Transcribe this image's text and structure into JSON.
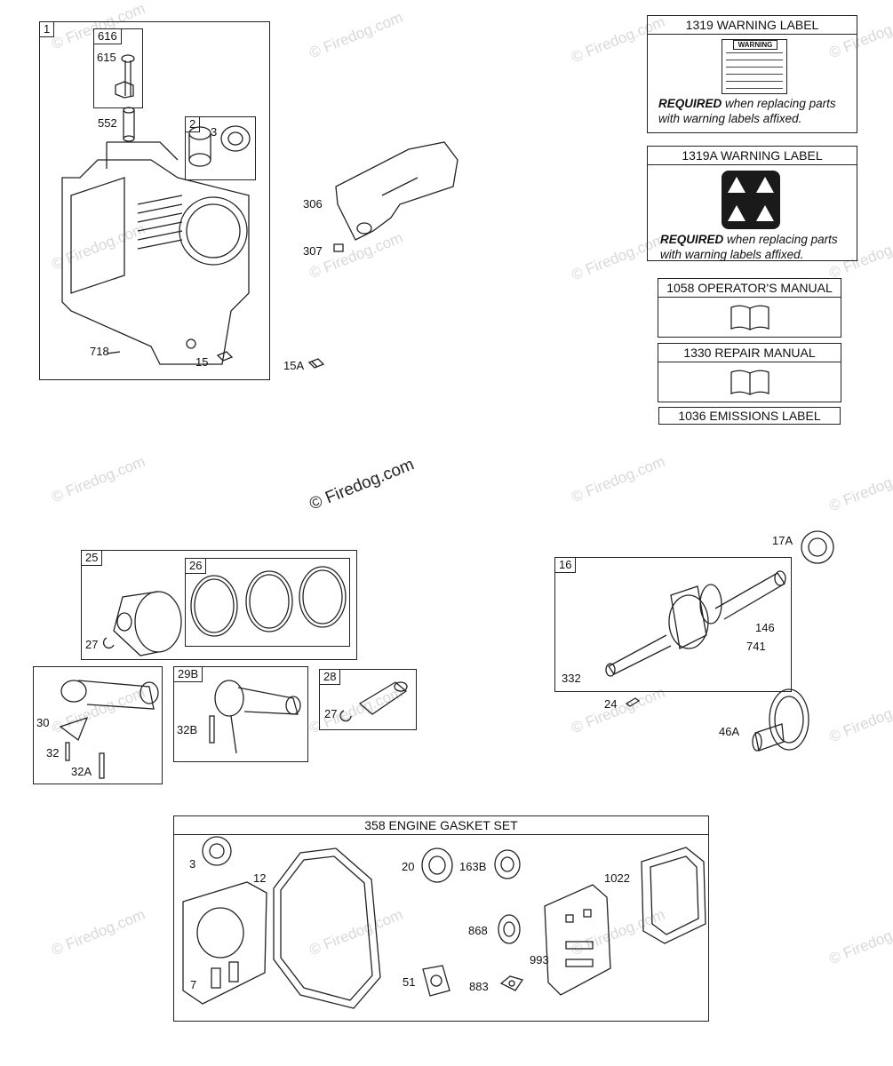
{
  "watermarks": {
    "main": "© Firedog.com",
    "faint": "© Firedog.com"
  },
  "block_group": {
    "tag": "1",
    "sub616_tag": "616",
    "label_615": "615",
    "label_552": "552",
    "sub2_tag": "2",
    "label_3": "3",
    "label_718": "718",
    "label_15": "15"
  },
  "misc": {
    "label_306": "306",
    "label_307": "307",
    "label_15a": "15A"
  },
  "labels_panel": {
    "warning_1319": "1319 WARNING LABEL",
    "warning_1319a": "1319A WARNING LABEL",
    "required_bold": "REQUIRED",
    "required_rest_1": " when replacing parts",
    "required_line_2": "with warning labels affixed.",
    "operators_manual": "1058 OPERATOR'S MANUAL",
    "repair_manual": "1330 REPAIR MANUAL",
    "emissions_label": "1036 EMISSIONS LABEL",
    "mini_label_title": "WARNING"
  },
  "piston_group": {
    "tag25": "25",
    "tag26": "26",
    "label_27": "27",
    "tag29b": "29B",
    "tag28": "28",
    "label_28_27": "27",
    "label_30": "30",
    "label_32": "32",
    "label_32a": "32A",
    "label_32b": "32B"
  },
  "crank_group": {
    "label_17a": "17A",
    "tag16": "16",
    "label_146": "146",
    "label_741": "741",
    "label_332": "332",
    "label_24": "24",
    "label_46a": "46A"
  },
  "gasket_set": {
    "title": "358 ENGINE GASKET SET",
    "label_3": "3",
    "label_12": "12",
    "label_20": "20",
    "label_163b": "163B",
    "label_1022": "1022",
    "label_868": "868",
    "label_993": "993",
    "label_7": "7",
    "label_51": "51",
    "label_883": "883"
  }
}
